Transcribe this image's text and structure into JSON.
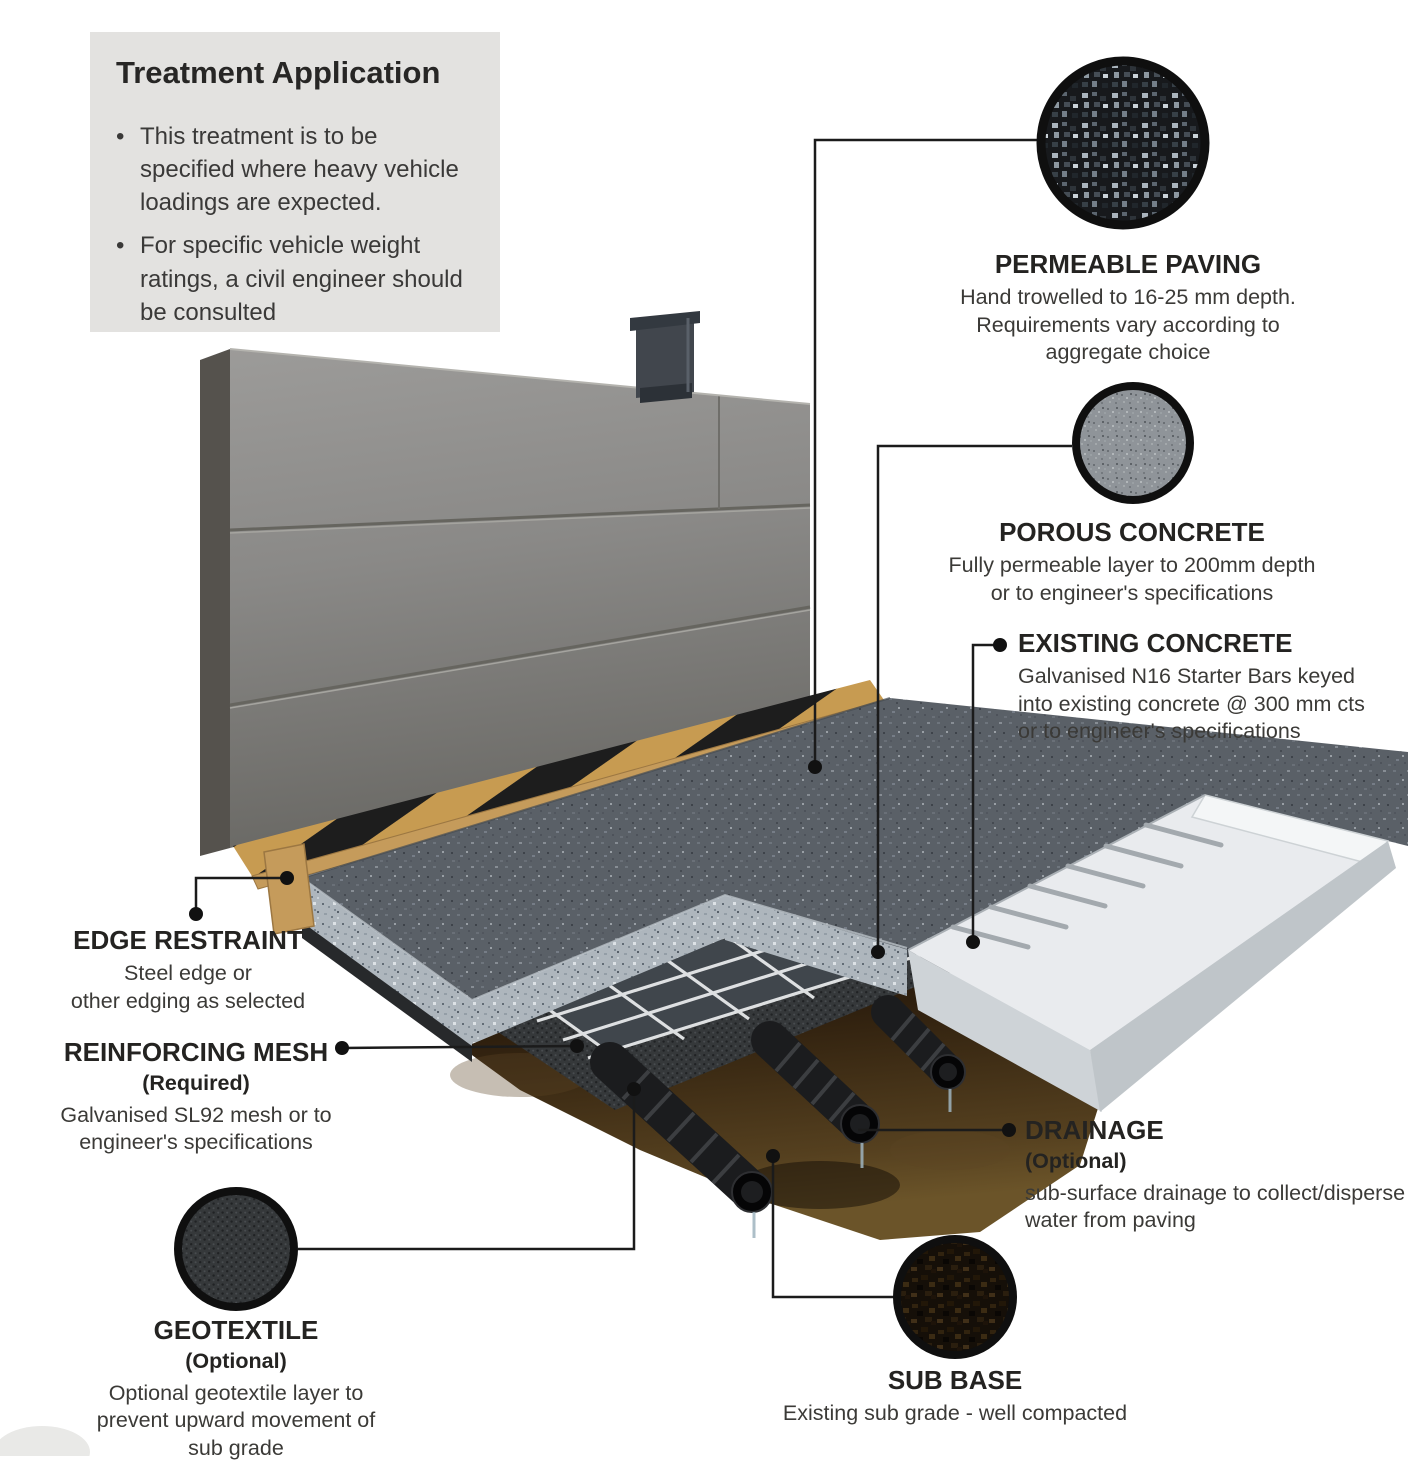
{
  "info_box": {
    "title": "Treatment Application",
    "bullet_glyph": "•",
    "bullets": [
      "This treatment is to be specified where heavy vehicle loadings are expected.",
      "For specific vehicle weight ratings, a civil engineer should be consulted"
    ]
  },
  "callouts": {
    "permeable_paving": {
      "title": "PERMEABLE PAVING",
      "description": "Hand trowelled to 16-25 mm depth.\nRequirements vary according to\naggregate choice"
    },
    "porous_concrete": {
      "title": "POROUS CONCRETE",
      "description": "Fully permeable layer to 200mm depth\nor to engineer's specifications"
    },
    "existing_concrete": {
      "title": "EXISTING CONCRETE",
      "description": "Galvanised N16 Starter Bars keyed\ninto existing concrete @ 300 mm cts\nor to engineer's specifications"
    },
    "edge_restraint": {
      "title": "EDGE RESTRAINT",
      "description": "Steel edge or\nother edging as selected"
    },
    "reinforcing_mesh": {
      "title": "REINFORCING MESH",
      "qualifier": "(Required)",
      "description": "Galvanised SL92 mesh or to\nengineer's specifications"
    },
    "drainage": {
      "title": "DRAINAGE",
      "qualifier": "(Optional)",
      "description": "sub-surface drainage to collect/disperse\nwater from paving"
    },
    "geotextile": {
      "title": "GEOTEXTILE",
      "qualifier": "(Optional)",
      "description": "Optional geotextile layer to\nprevent upward movement of\nsub grade"
    },
    "sub_base": {
      "title": "SUB BASE",
      "description": "Existing sub grade - well compacted"
    }
  },
  "photo_chips": [
    {
      "name": "permeable-paving-photo",
      "depicts": "dark aggregate close-up"
    },
    {
      "name": "porous-concrete-photo",
      "depicts": "porous concrete texture"
    },
    {
      "name": "geotextile-photo",
      "depicts": "woven geotextile fabric"
    },
    {
      "name": "sub-base-photo",
      "depicts": "compacted dark sub grade soil"
    }
  ],
  "colors": {
    "background": "#ffffff",
    "info_box_bg": "#e3e2e0",
    "heading_text": "#242321",
    "body_text": "#3b3a37",
    "leader_line": "#1b1b1b",
    "wall_concrete": "#8a8987",
    "hazard_yellow": "#c79b51",
    "hazard_black": "#1d1d1d",
    "edge_board_tan": "#c59b5b",
    "paving_dark": "#5a6067",
    "porous_light": "#aeb6bd",
    "soil_brown": "#2e1f0e",
    "existing_concrete_white": "#e9ebee"
  }
}
